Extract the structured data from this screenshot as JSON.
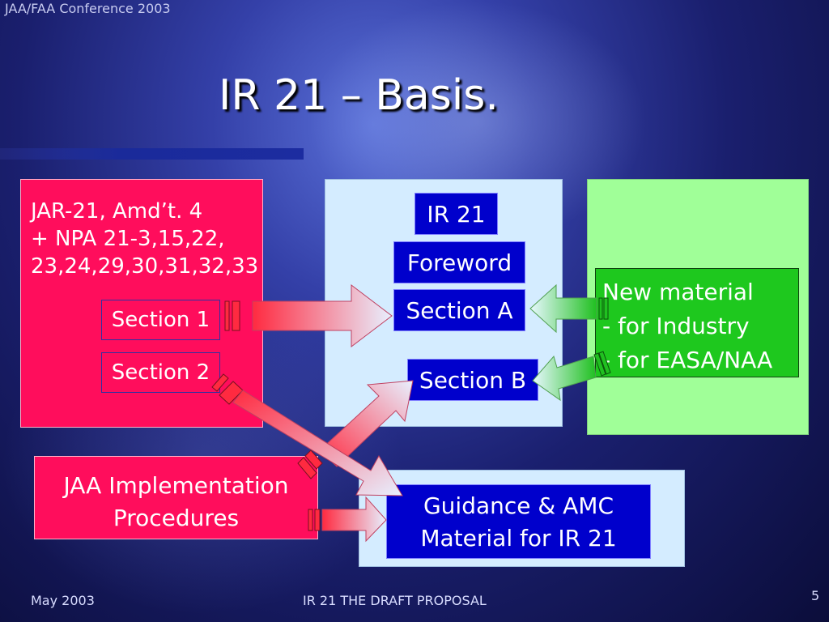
{
  "header": {
    "conference": "JAA/FAA Conference 2003"
  },
  "slide": {
    "title": "IR 21 – Basis.",
    "left_box": {
      "line1": "JAR-21, Amd’t. 4",
      "line2": "+ NPA 21-3,15,22,",
      "line3": "23,24,29,30,31,32,33",
      "section1": "Section 1",
      "section2": "Section 2"
    },
    "center_box": {
      "ir21": "IR 21",
      "foreword": "Foreword",
      "section_a": "Section A",
      "section_b": "Section B"
    },
    "right_box": {
      "line1": "New material",
      "line2": "- for Industry",
      "line3": "- for EASA/NAA"
    },
    "jaa_box": {
      "line1": "JAA Implementation",
      "line2": "Procedures"
    },
    "guidance_box": {
      "line1": "Guidance & AMC",
      "line2": "Material for IR 21"
    }
  },
  "footer": {
    "date": "May 2003",
    "center": "IR 21 THE DRAFT PROPOSAL",
    "page": "5"
  },
  "colors": {
    "pink": "#ff0d5c",
    "navy": "#0000cc",
    "green": "#1ec81e",
    "light_blue": "#d4ecff",
    "light_green": "#a0ff98"
  }
}
